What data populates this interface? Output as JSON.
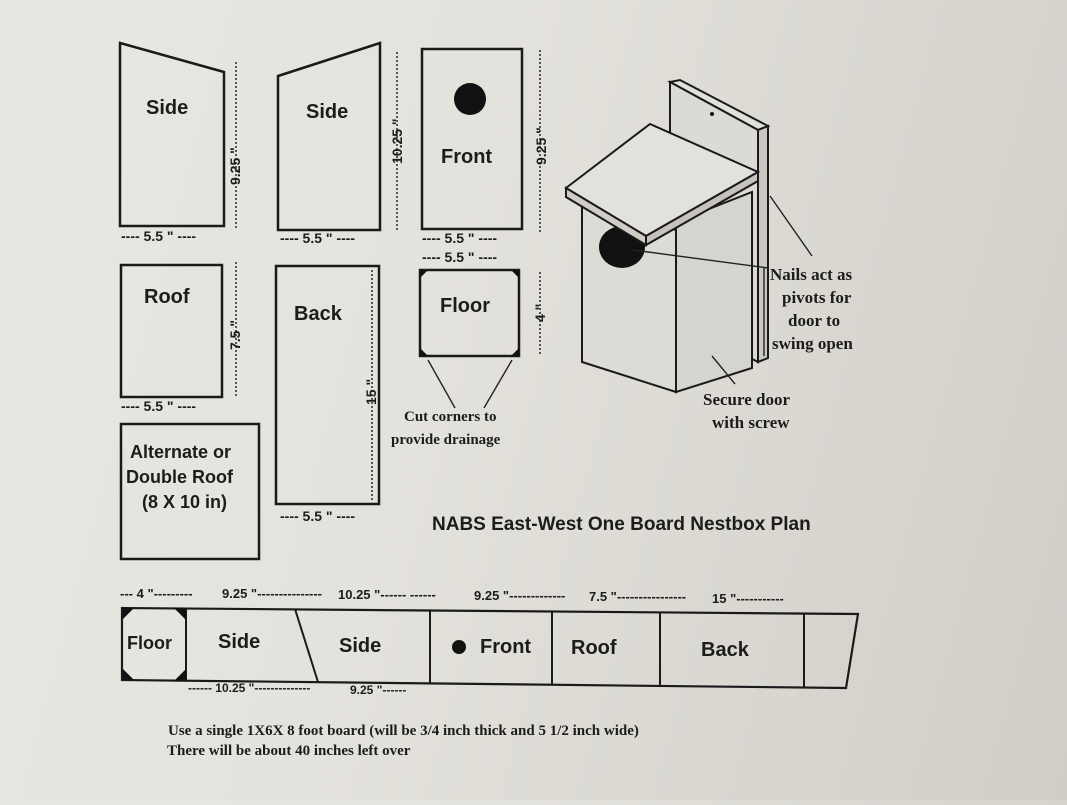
{
  "pieces": {
    "side_a": {
      "label": "Side",
      "height": "9.25 \"",
      "width": "---- 5.5 \" ----"
    },
    "side_b": {
      "label": "Side",
      "height": "10.25 \"",
      "width": "---- 5.5 \" ----"
    },
    "front": {
      "label": "Front",
      "height": "9.25 \"",
      "width1": "---- 5.5 \" ----",
      "width2": "---- 5.5 \" ----"
    },
    "roof": {
      "label": "Roof",
      "height": "7.5 \"",
      "width": "---- 5.5 \" ----"
    },
    "back": {
      "label": "Back",
      "height": "15 \"",
      "width": "---- 5.5 \" ----"
    },
    "floor": {
      "label": "Floor",
      "height": "4 \""
    },
    "alt_roof": {
      "line1": "Alternate or",
      "line2": "Double Roof",
      "line3": "(8 X 10 in)"
    }
  },
  "notes": {
    "cut_corners_1": "Cut corners to",
    "cut_corners_2": "provide drainage",
    "nails_1": "Nails act as",
    "nails_2": "pivots for",
    "nails_3": "door to",
    "nails_4": "swing open",
    "secure_1": "Secure door",
    "secure_2": "with screw"
  },
  "title": "NABS East-West One Board Nestbox Plan",
  "board": {
    "top_dims": [
      "--- 4 \"---------",
      "9.25 \"---------------",
      "10.25 \"------ ------",
      "9.25 \"-------------",
      "7.5 \"----------------",
      "15 \"-----------"
    ],
    "bottom_dims": [
      "------ 10.25 \"--------------",
      "9.25 \"------"
    ],
    "segments": [
      "Floor",
      "Side",
      "Side",
      "Front",
      "Roof",
      "Back"
    ]
  },
  "footer": {
    "line1": "Use a single 1X6X 8 foot board (will be 3/4 inch thick and 5 1/2 inch wide)",
    "line2": "There will be about 40 inches left over"
  }
}
